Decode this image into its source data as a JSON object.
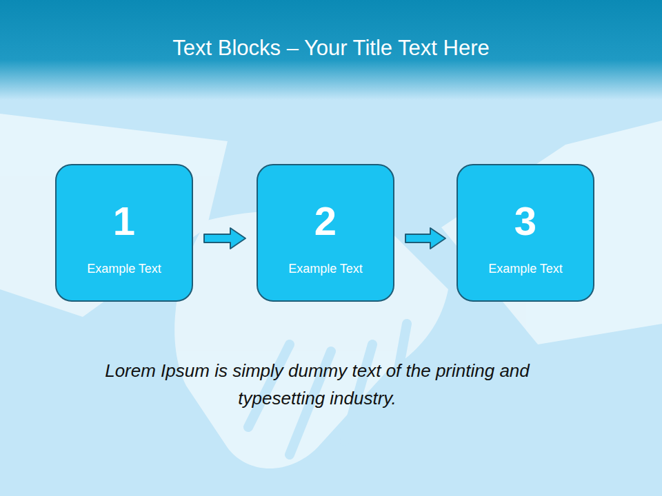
{
  "diagram": {
    "title": "Text Blocks – Your Title Text Here",
    "nodes": [
      {
        "text": [
          "1",
          "Example Text"
        ]
      },
      {
        "text": [
          "2",
          "Example Text"
        ]
      },
      {
        "text": [
          "3",
          "Example Text"
        ]
      }
    ],
    "edges": [
      {
        "from": 0,
        "to": 1,
        "arrow": "to"
      },
      {
        "from": 1,
        "to": 2,
        "arrow": "to"
      }
    ],
    "labels": [
      "Lorem Ipsum is simply dummy text of the printing and typesetting industry."
    ]
  }
}
